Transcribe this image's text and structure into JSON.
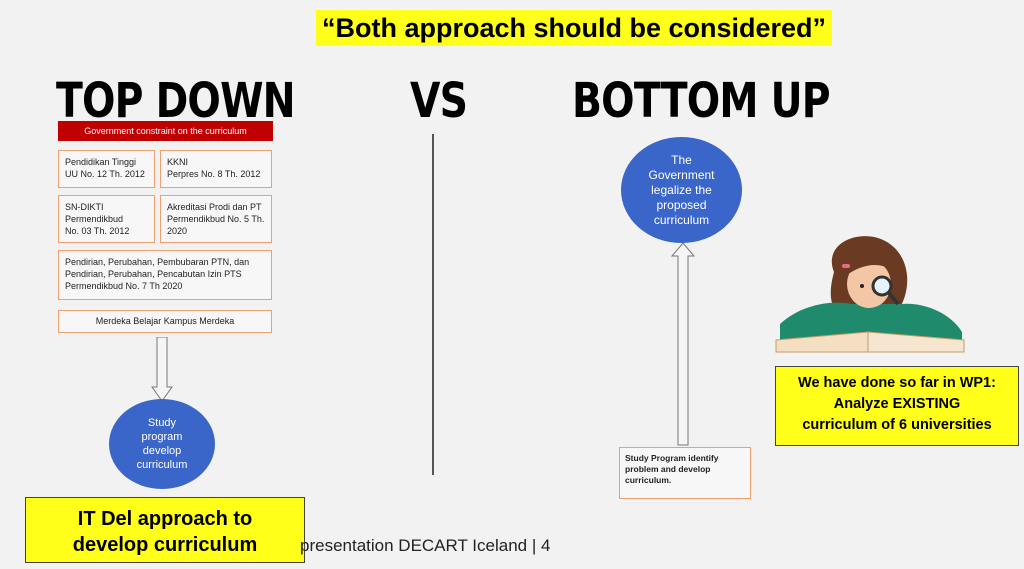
{
  "banner": "“Both approach should be considered”",
  "top_down": {
    "heading": "TOP DOWN",
    "constraint_title": "Government constraint on the curriculum",
    "boxes": [
      "Pendidikan Tinggi\nUU No. 12 Th. 2012",
      "KKNI\nPerpres No. 8 Th. 2012",
      "SN-DIKTI\nPermendikbud\nNo. 03 Th. 2012",
      "Akreditasi Prodi dan PT\nPermendikbud No. 5 Th.\n2020",
      "Pendirian, Perubahan, Pembubaran PTN, dan\nPendirian, Perubahan, Pencabutan Izin PTS\nPermendikbud No. 7 Th 2020",
      "Merdeka Belajar Kampus Merdeka"
    ],
    "circle_text": "Study\nprogram\ndevelop\ncurriculum",
    "callout": "IT Del approach to\ndevelop curriculum"
  },
  "vs": "VS",
  "bottom_up": {
    "heading": "BOTTOM UP",
    "circle_text": "The\nGovernment\nlegalize the\nproposed\ncurriculum",
    "box_text": "Study Program identify\nproblem and develop\ncurriculum.",
    "callout": "We have done so far in WP1:\nAnalyze EXISTING\ncurriculum of 6 universities"
  },
  "footer": "presentation DECART Iceland | 4",
  "colors": {
    "highlight": "#ffff1a",
    "red_bar": "#c00000",
    "circle_blue": "#3a65c9",
    "box_border": "#f0a070"
  }
}
